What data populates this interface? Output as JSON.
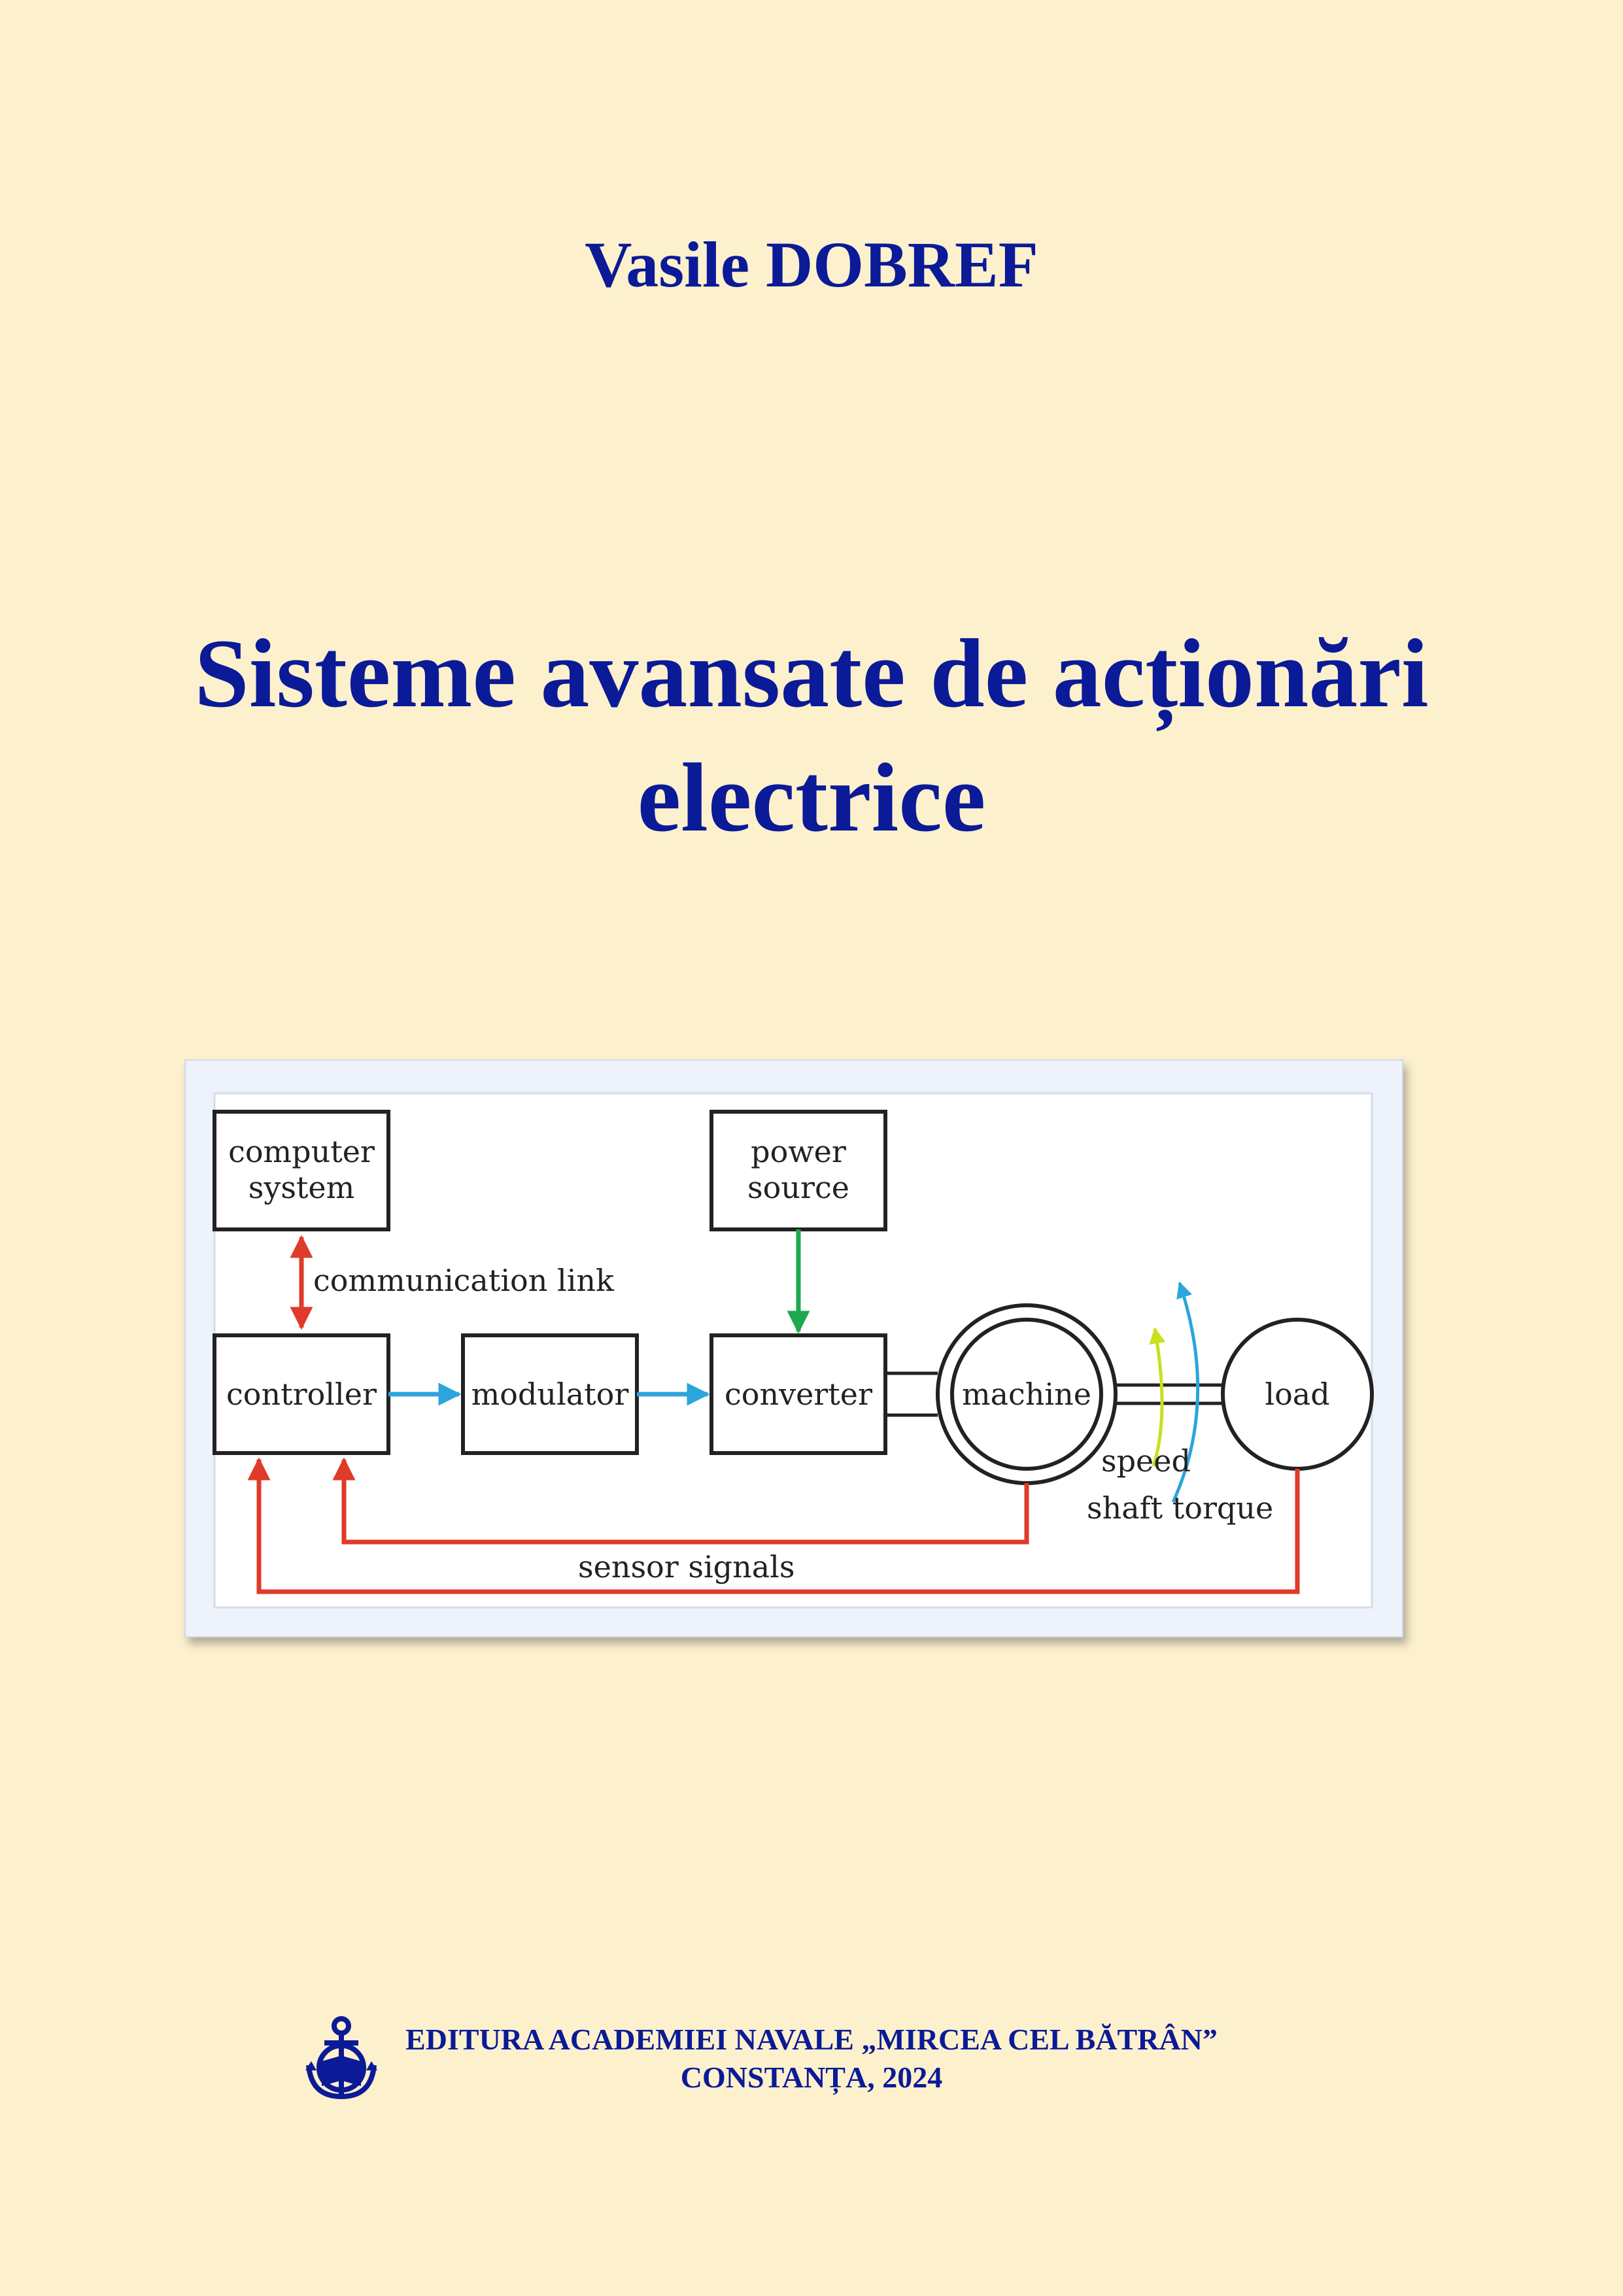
{
  "author": "Vasile DOBREF",
  "title": {
    "line1": "Sisteme avansate de acționări",
    "line2": "electrice"
  },
  "diagram": {
    "computer_system": [
      "computer",
      "system"
    ],
    "power_source": [
      "power",
      "source"
    ],
    "communication_link": "communication link",
    "controller": "controller",
    "modulator": "modulator",
    "converter": "converter",
    "machine": "machine",
    "load": "load",
    "speed": "speed",
    "shaft_torque": "shaft torque",
    "sensor_signals": "sensor signals"
  },
  "publisher": {
    "name": "EDITURA ACADEMIEI NAVALE „MIRCEA CEL BĂTRÂN”",
    "place_year": "CONSTANȚA, 2024"
  },
  "colors": {
    "title_blue": "#0b1a96",
    "background": "#fdf0cd",
    "arrow_red": "#e03a2a",
    "arrow_blue": "#2ba5db",
    "arrow_green": "#1fa84f",
    "arrow_yellow": "#c9df1f"
  },
  "icons": {
    "publisher_logo": "anchor-book-emblem-icon"
  }
}
